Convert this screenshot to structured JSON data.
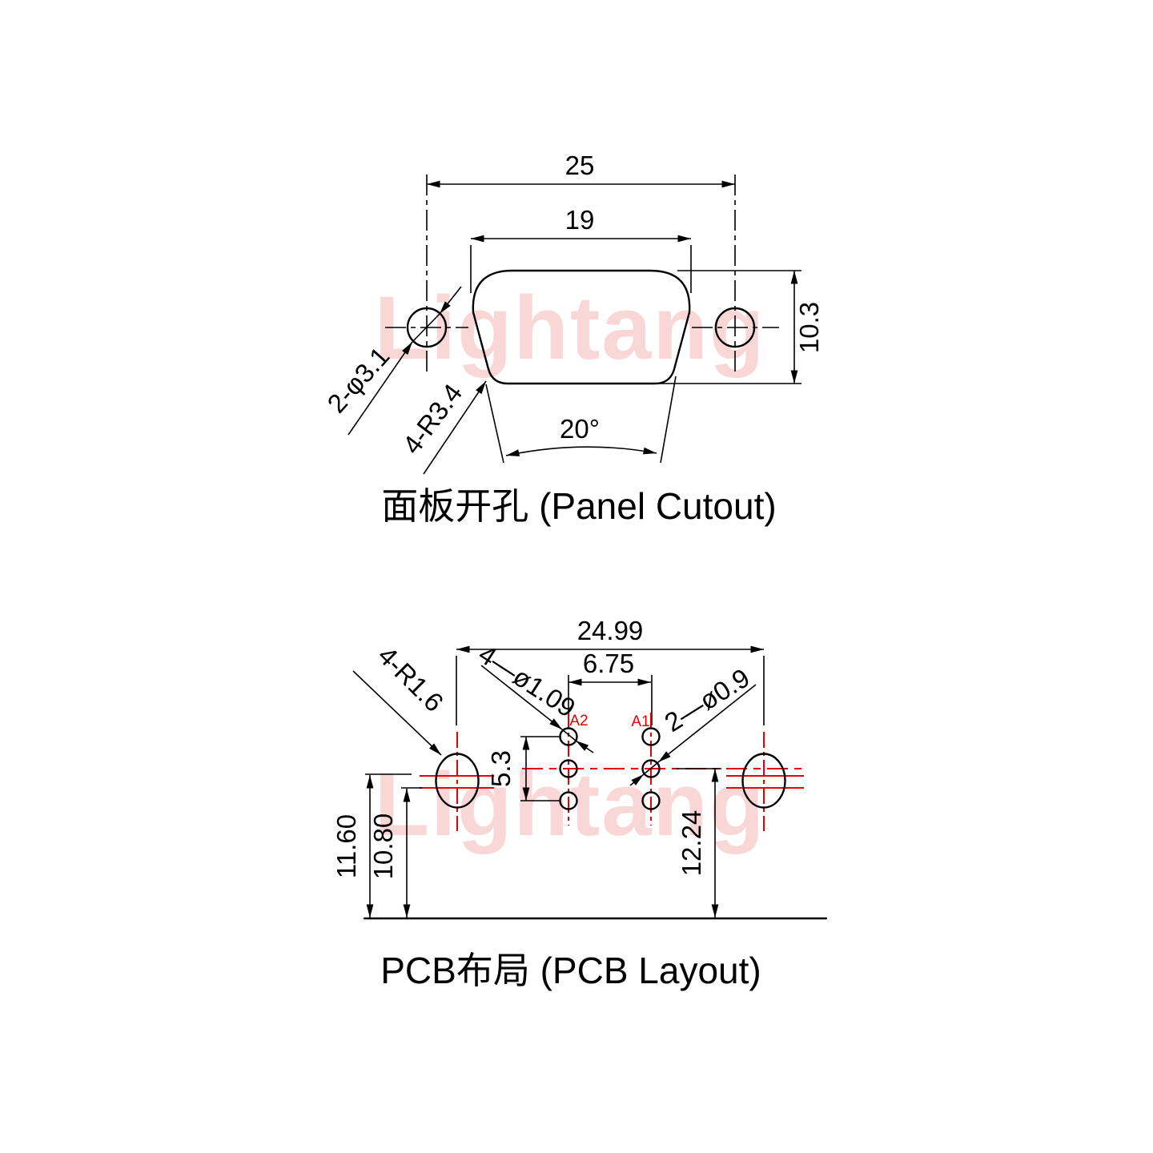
{
  "watermark": {
    "text": "Lightang"
  },
  "panel_cutout": {
    "title": "面板开孔 (Panel Cutout)",
    "dim_width_outer": "25",
    "dim_width_inner": "19",
    "dim_height": "10.3",
    "label_mount_holes": "2-φ3.1",
    "label_corner_radius": "4-R3.4",
    "dim_angle": "20°"
  },
  "pcb_layout": {
    "title": "PCB布局 (PCB Layout)",
    "dim_width_outer": "24.99",
    "dim_pin_span": "6.75",
    "dim_pin_pitch": "5.3",
    "dim_height_outer": "11.60",
    "dim_height_inner": "10.80",
    "dim_height_right": "12.24",
    "label_slot_radius": "4-R1.6",
    "label_pin_holes": "4—ø1.09",
    "label_signal_holes": "2—ø0.9",
    "pad_a1": "A1",
    "pad_a2": "A2"
  },
  "colors": {
    "line": "#000000",
    "centerline_red": "#e60000",
    "watermark_pink": "#f9d7d7"
  }
}
